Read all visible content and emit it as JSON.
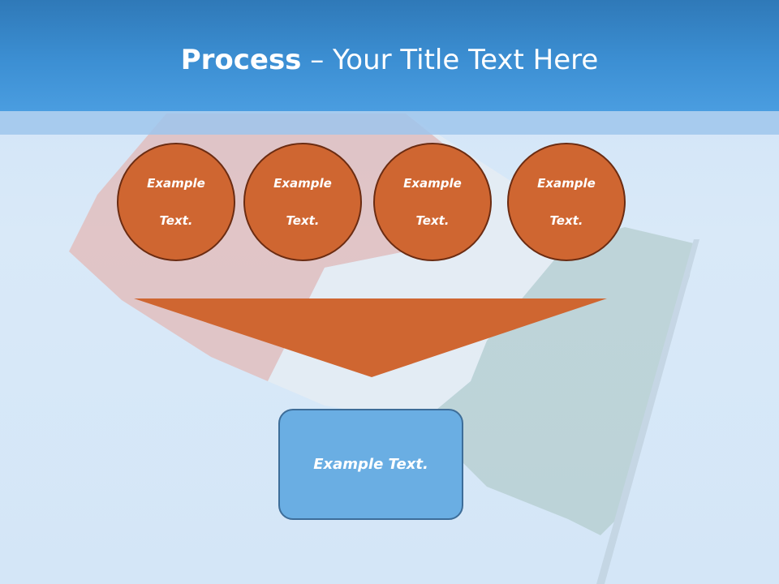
{
  "slide": {
    "title_bold": "Process",
    "title_rest": " – Your Title Text Here"
  },
  "circles": [
    {
      "line1": "Example",
      "line2": "Text."
    },
    {
      "line1": "Example",
      "line2": "Text."
    },
    {
      "line1": "Example",
      "line2": "Text."
    },
    {
      "line1": "Example",
      "line2": "Text."
    }
  ],
  "result": {
    "label": "Example Text."
  },
  "colors": {
    "title_bar": "#3c8fd3",
    "circle_fill": "#cf6631",
    "circle_border": "#6b2c12",
    "funnel_fill": "#cf6631",
    "box_fill": "#6aaee3",
    "box_border": "#3d6d99"
  }
}
